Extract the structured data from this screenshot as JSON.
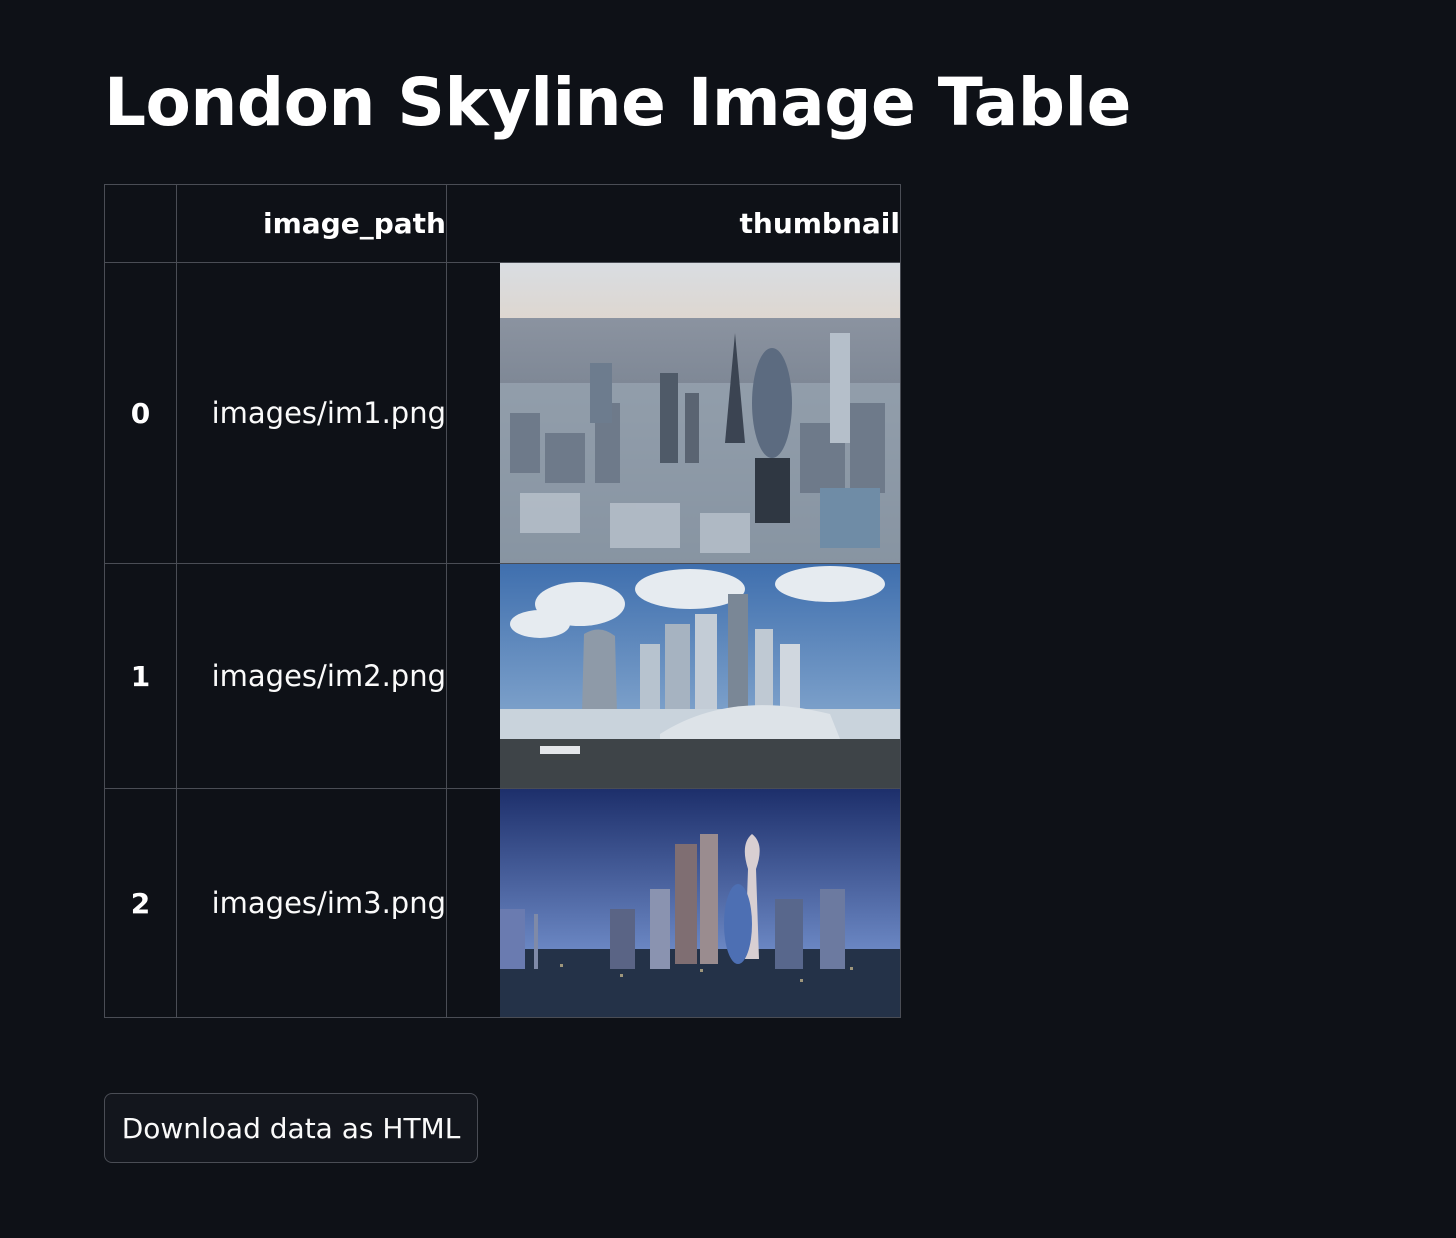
{
  "page": {
    "title": "London Skyline Image Table"
  },
  "table": {
    "columns": {
      "index": "",
      "image_path": "image_path",
      "thumbnail": "thumbnail"
    },
    "rows": [
      {
        "index": "0",
        "image_path": "images/im1.png"
      },
      {
        "index": "1",
        "image_path": "images/im2.png"
      },
      {
        "index": "2",
        "image_path": "images/im3.png"
      }
    ]
  },
  "download": {
    "label": "Download data as HTML"
  },
  "colors": {
    "background": "#0e1117",
    "border": "#4a4d55",
    "text": "#fafafa"
  }
}
